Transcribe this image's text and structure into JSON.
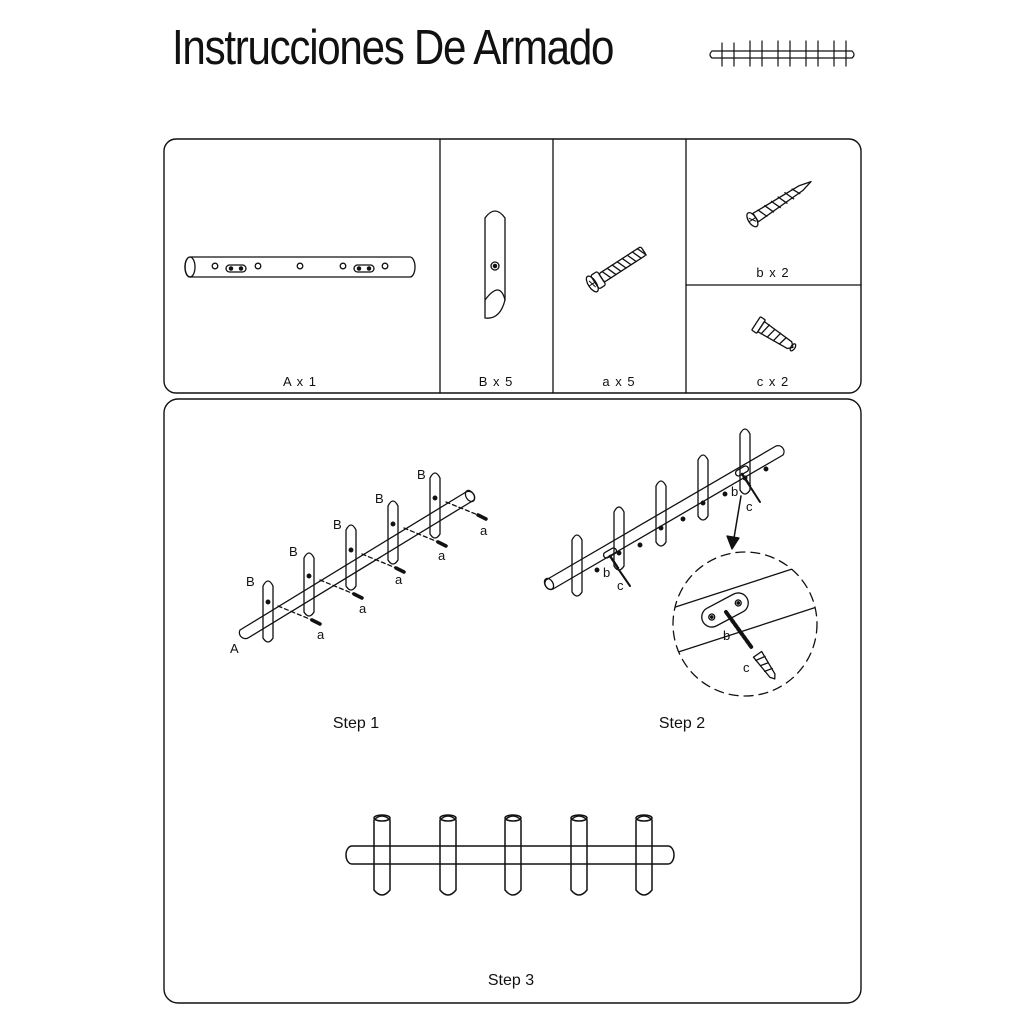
{
  "title": "Instrucciones De Armado",
  "parts": [
    {
      "label": "A x 1"
    },
    {
      "label": "B x 5"
    },
    {
      "label": "a x 5"
    },
    {
      "label": "b x 2"
    },
    {
      "label": "c x 2"
    }
  ],
  "steps": [
    {
      "label": "Step 1"
    },
    {
      "label": "Step 2"
    },
    {
      "label": "Step 3"
    }
  ],
  "callouts": {
    "A": "A",
    "B": "B",
    "a": "a",
    "b": "b",
    "c": "c"
  }
}
